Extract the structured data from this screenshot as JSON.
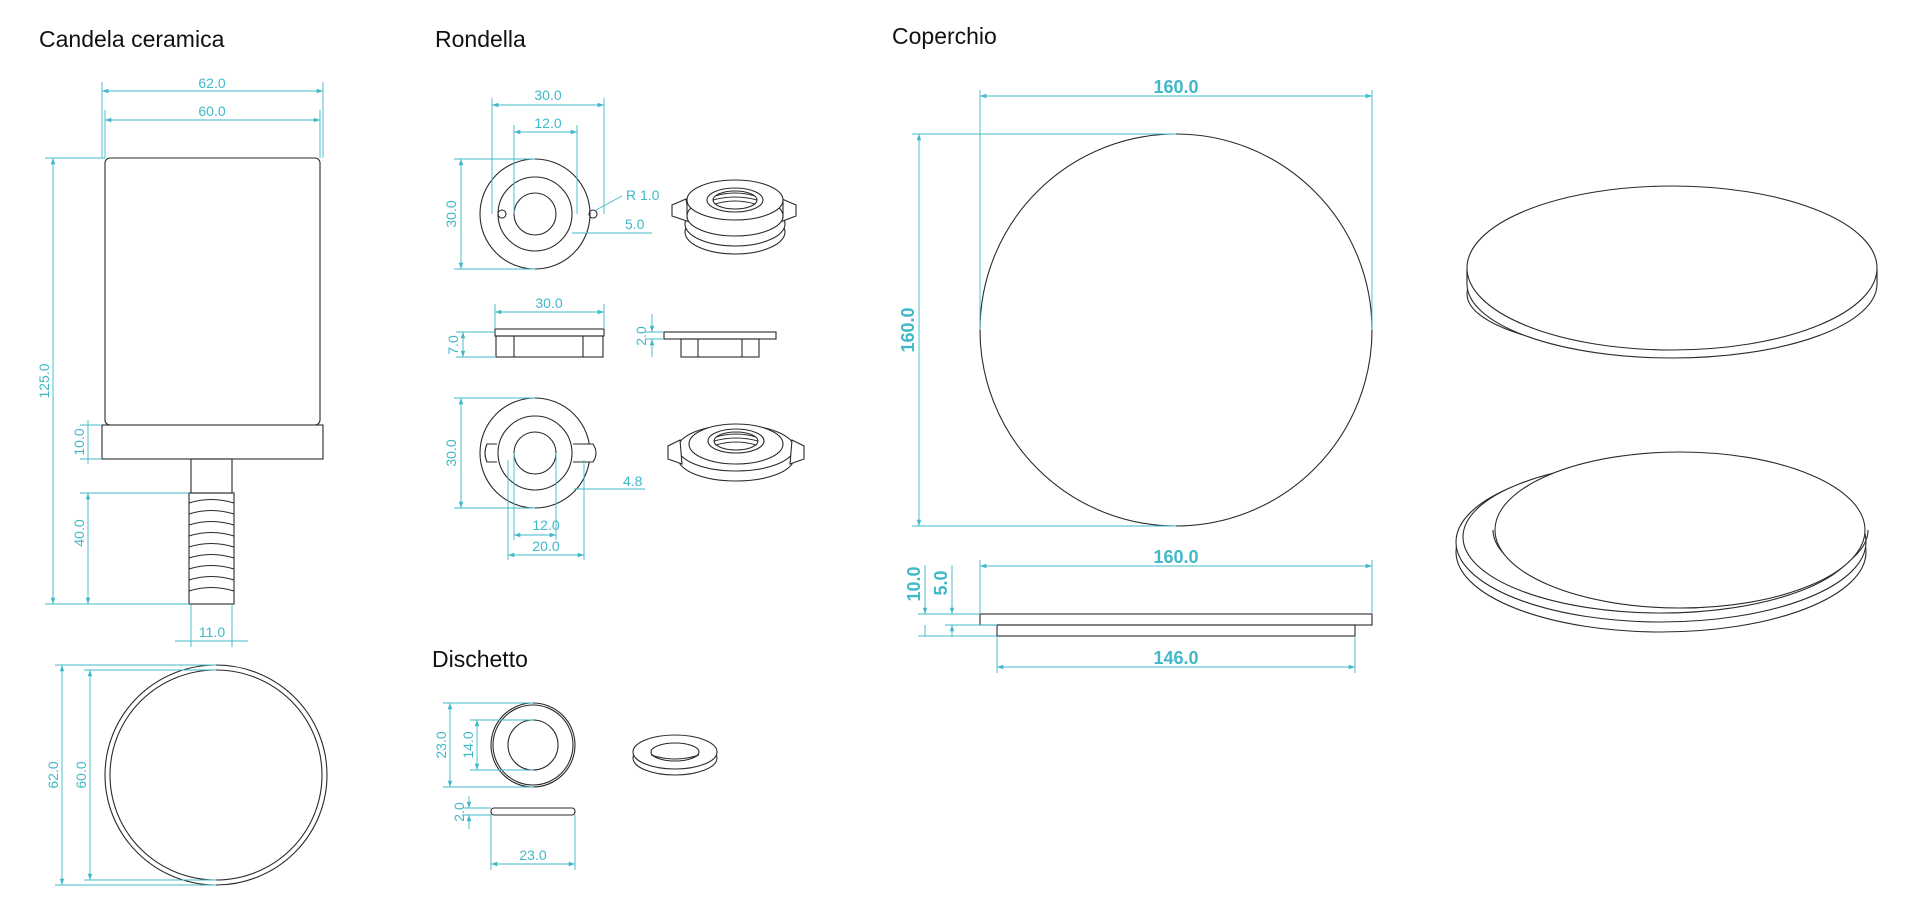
{
  "titles": {
    "candela": "Candela ceramica",
    "rondella": "Rondella",
    "dischetto": "Dischetto",
    "coperchio": "Coperchio"
  },
  "dims": {
    "c_w62": "62.0",
    "c_w60": "60.0",
    "c_h125": "125.0",
    "c_h10": "10.0",
    "c_h40": "40.0",
    "c_w11": "11.0",
    "c_d62": "62.0",
    "c_d60": "60.0",
    "r_w30a": "30.0",
    "r_w12a": "12.0",
    "r_h30a": "30.0",
    "r_r1": "R 1.0",
    "r_5": "5.0",
    "r_w30b": "30.0",
    "r_h7": "7.0",
    "r_h2": "2.0",
    "r_h30c": "30.0",
    "r_48": "4.8",
    "r_w12c": "12.0",
    "r_w20c": "20.0",
    "d_h23": "23.0",
    "d_h14": "14.0",
    "d_h2": "2.0",
    "d_w23": "23.0",
    "k_w160a": "160.0",
    "k_h160": "160.0",
    "k_w160b": "160.0",
    "k_h10": "10.0",
    "k_h5": "5.0",
    "k_w146": "146.0"
  },
  "colors": {
    "dimension": "#3fb8c8",
    "line": "#2a2a2a"
  }
}
